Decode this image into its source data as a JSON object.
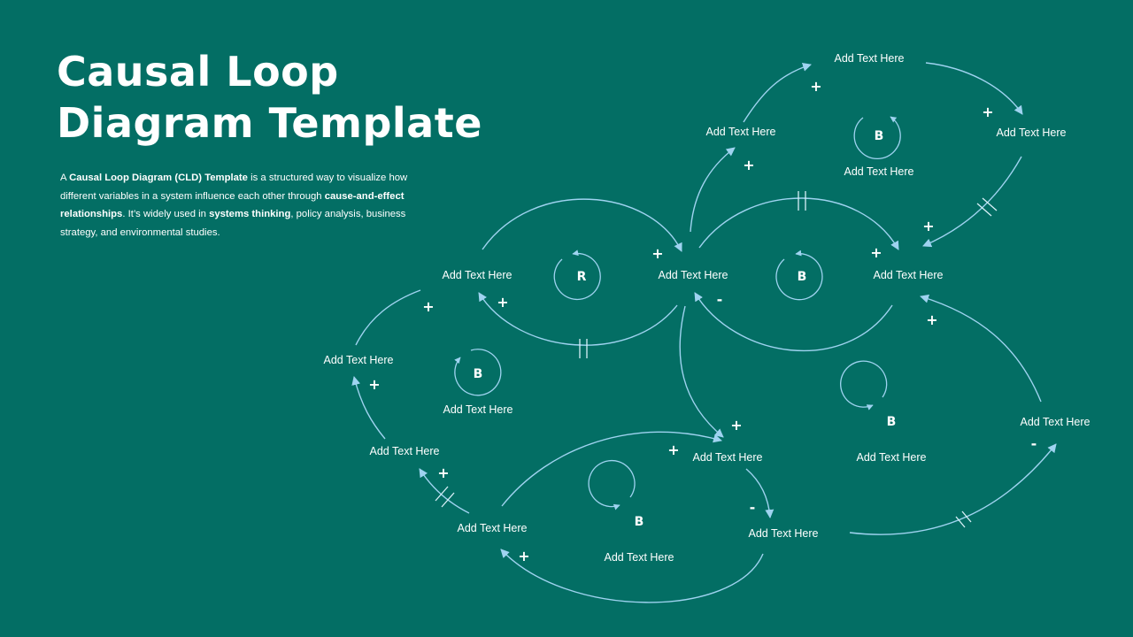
{
  "title": {
    "line1": "Causal Loop",
    "line2": "Diagram Template"
  },
  "description": {
    "p1": "A ",
    "b1": "Causal Loop Diagram (CLD) Template",
    "p2": " is a structured way to visualize how different variables in a system influence each other through ",
    "b2": "cause-and-effect relationships",
    "p3": ". It’s widely used in ",
    "b3": "systems thinking",
    "p4": ", policy analysis, business strategy, and environmental studies."
  },
  "colors": {
    "background": "#036e64",
    "arrow": "#9fd3f0",
    "text": "#ffffff"
  },
  "nodes": {
    "top": "Add Text Here",
    "upper_left": "Add Text Here",
    "upper_right": "Add Text Here",
    "mid_left": "Add Text Here",
    "mid_center": "Add Text Here",
    "mid_right": "Add Text Here",
    "left": "Add Text Here",
    "lower_left": "Add Text Here",
    "lower_center": "Add Text Here",
    "far_right": "Add Text Here",
    "bottom_left": "Add Text Here",
    "bottom_right": "Add Text Here"
  },
  "loops": {
    "top": {
      "letter": "B",
      "label": "Add Text Here"
    },
    "center_left": {
      "letter": "R"
    },
    "center_right": {
      "letter": "B"
    },
    "left": {
      "letter": "B",
      "label": "Add Text Here"
    },
    "right": {
      "letter": "B",
      "label": "Add Text Here"
    },
    "bottom": {
      "letter": "B",
      "label": "Add Text Here"
    }
  },
  "polarity": {
    "plus": "+",
    "minus": "-"
  }
}
